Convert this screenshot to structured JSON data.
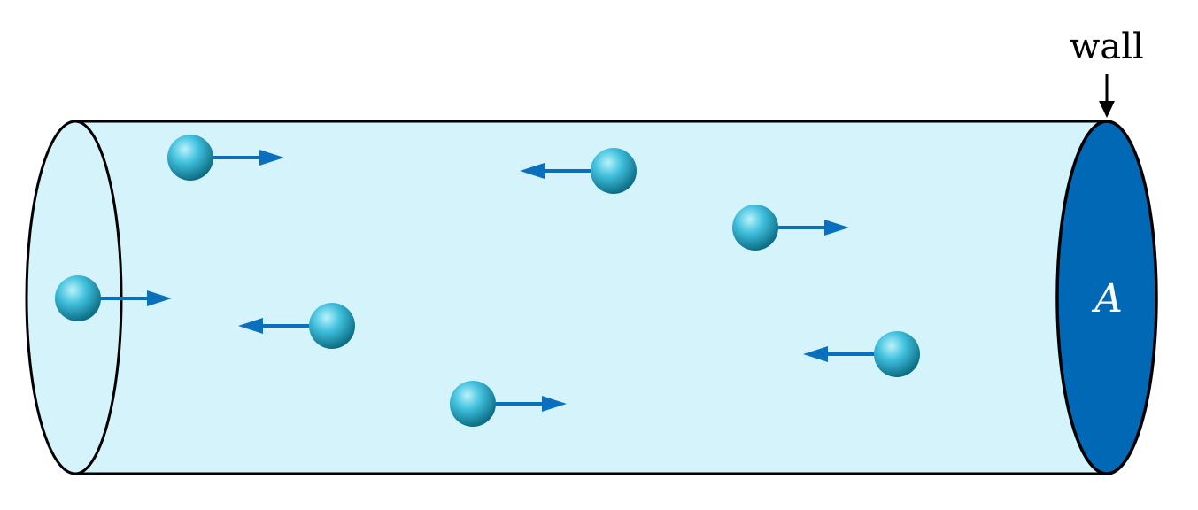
{
  "labels": {
    "wall": "wall",
    "area": "A"
  },
  "colors": {
    "tube_fill": "#d4f3fb",
    "tube_outline": "#000000",
    "wall_fill": "#0068b5",
    "arrow": "#0a6fbd",
    "particle_light": "#b9f3fb",
    "particle_mid": "#3fbfdc",
    "particle_dark": "#0d6e86",
    "area_label": "#ffffff"
  },
  "particles": [
    {
      "direction": "right"
    },
    {
      "direction": "left"
    },
    {
      "direction": "right"
    },
    {
      "direction": "right"
    },
    {
      "direction": "left"
    },
    {
      "direction": "left"
    },
    {
      "direction": "right"
    }
  ]
}
